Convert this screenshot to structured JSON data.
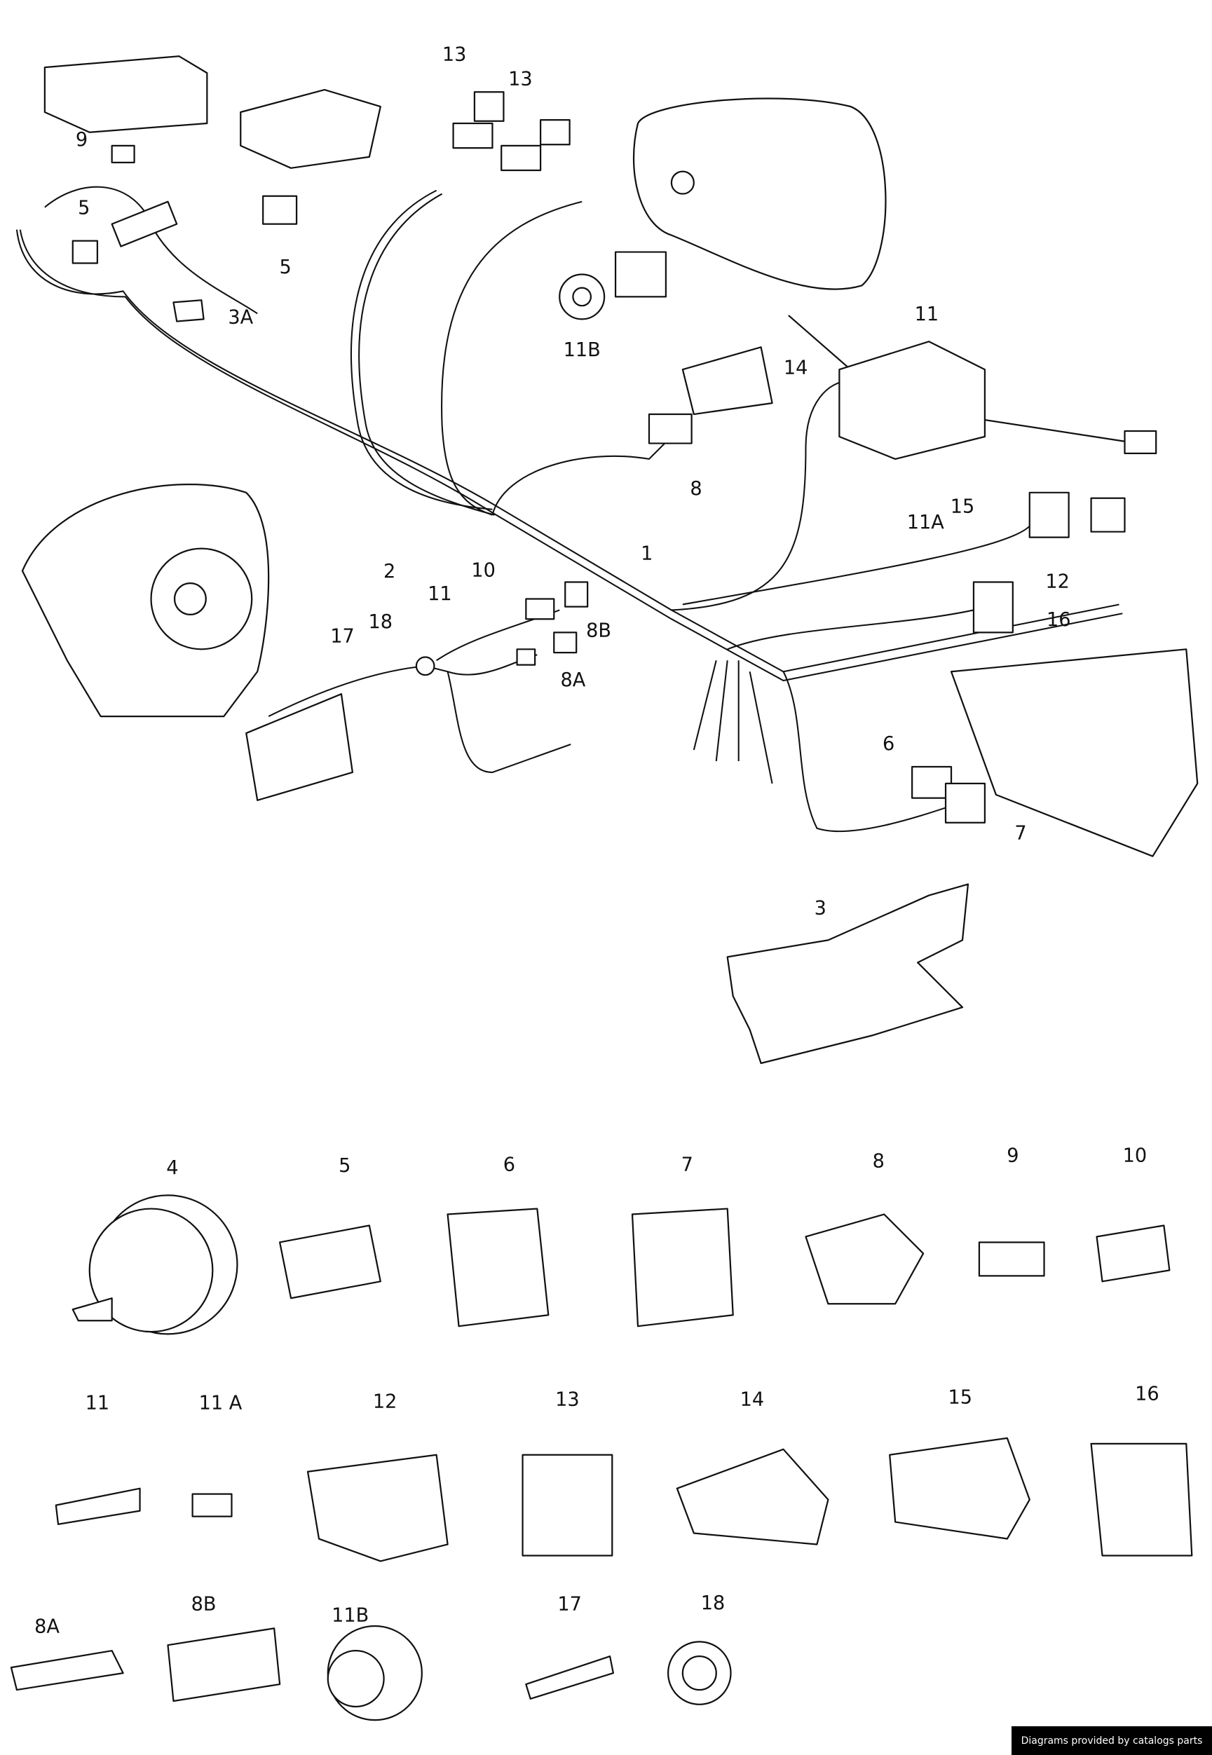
{
  "diagram": {
    "callouts": [
      "13",
      "13",
      "9",
      "5",
      "5",
      "3A",
      "11B",
      "11",
      "14",
      "8",
      "15",
      "11A",
      "1",
      "12",
      "16",
      "2",
      "10",
      "11",
      "8B",
      "18",
      "17",
      "8A",
      "6",
      "7",
      "3"
    ]
  },
  "catalog": {
    "row1": [
      "4",
      "5",
      "6",
      "7",
      "8",
      "9",
      "10"
    ],
    "row2": [
      "11",
      "11 A",
      "12",
      "13",
      "14",
      "15",
      "16"
    ],
    "row3": [
      "8A",
      "8B",
      "11B",
      "17",
      "18"
    ]
  },
  "watermark": "Diagrams provided by catalogs parts"
}
